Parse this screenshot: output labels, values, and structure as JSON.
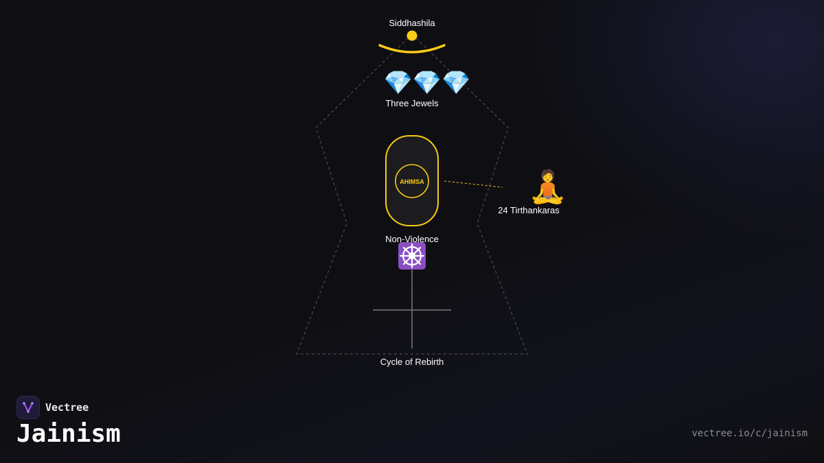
{
  "diagram": {
    "top_label": "Siddhashila",
    "jewels_label": "Three Jewels",
    "center_badge": "AHIMSA",
    "center_label": "Non-Violence",
    "side_label": "24 Tirthankaras",
    "bottom_label": "Cycle of Rebirth",
    "icons": {
      "jewels": "💎💎💎",
      "figure": "🧘",
      "wheel": "☸️"
    },
    "colors": {
      "accent": "#facc15",
      "outline": "#4b4b55",
      "axis": "#7a7a82",
      "pill_fill": "#1c1c1f"
    }
  },
  "brand": {
    "name": "Vectree",
    "title": "Jainism",
    "url": "vectree.io/c/jainism"
  }
}
